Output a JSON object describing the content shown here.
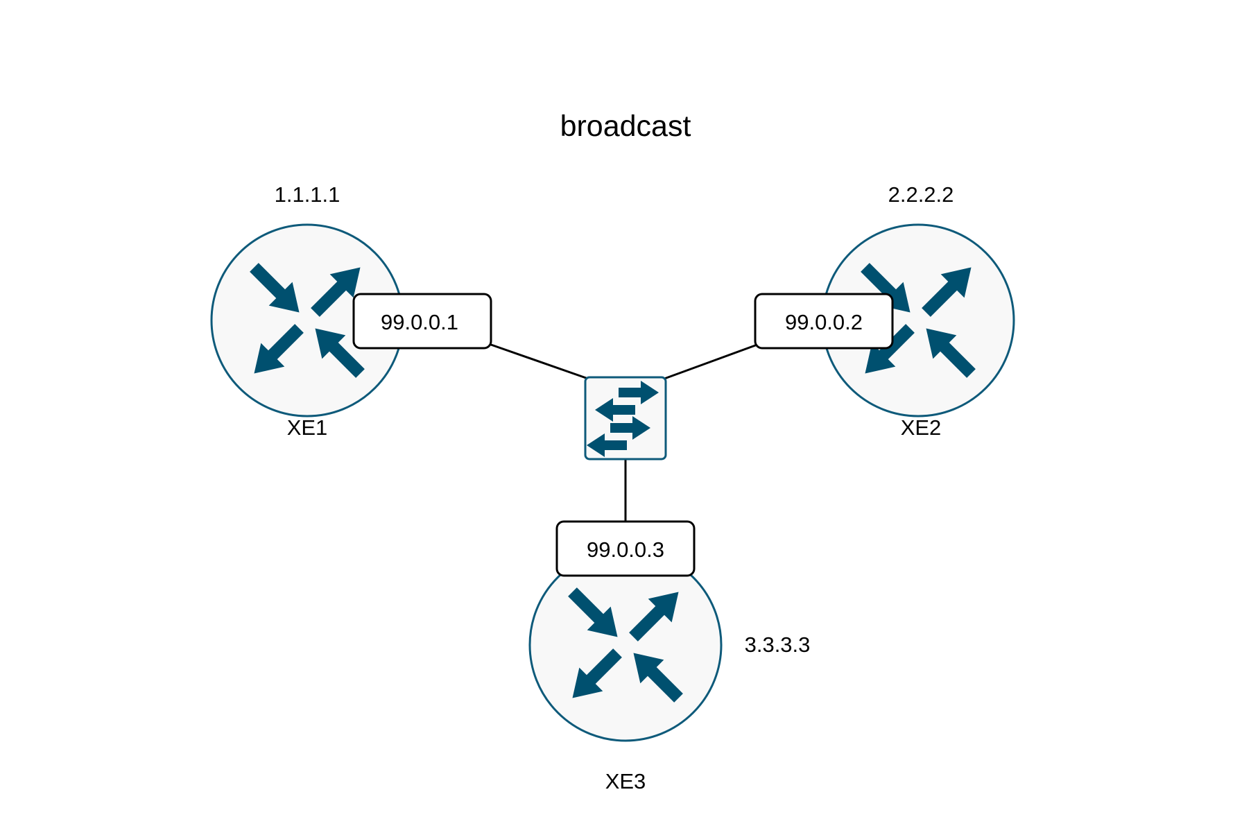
{
  "title": "broadcast",
  "colors": {
    "device_stroke": "#0e5a7a",
    "device_fill": "#f8f8f8",
    "arrow_fill": "#00506f",
    "link": "#000000",
    "label_border": "#000000"
  },
  "switch": {
    "name": "switch",
    "icon": "switch-icon"
  },
  "routers": [
    {
      "id": "xe1",
      "name": "XE1",
      "router_id": "1.1.1.1",
      "interface_ip": "99.0.0.1",
      "icon": "router-icon"
    },
    {
      "id": "xe2",
      "name": "XE2",
      "router_id": "2.2.2.2",
      "interface_ip": "99.0.0.2",
      "icon": "router-icon"
    },
    {
      "id": "xe3",
      "name": "XE3",
      "router_id": "3.3.3.3",
      "interface_ip": "99.0.0.3",
      "icon": "router-icon"
    }
  ],
  "links": [
    {
      "from": "xe1",
      "to": "switch"
    },
    {
      "from": "xe2",
      "to": "switch"
    },
    {
      "from": "xe3",
      "to": "switch"
    }
  ]
}
